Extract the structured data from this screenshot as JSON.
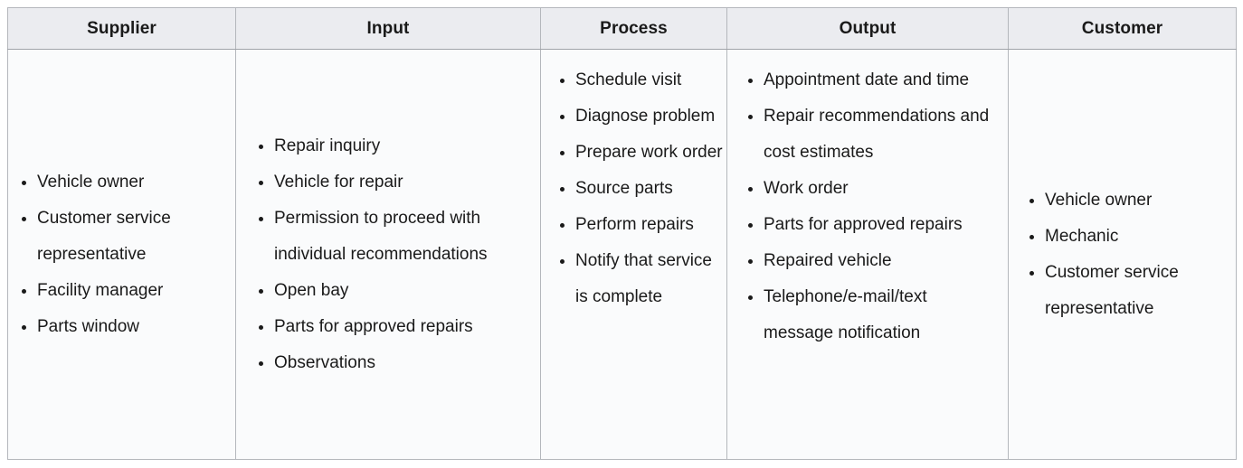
{
  "table": {
    "columns": [
      {
        "key": "supplier",
        "header": "Supplier",
        "align": "middle",
        "items": [
          "Vehicle owner",
          "Customer service representative",
          "Facility manager",
          "Parts window"
        ]
      },
      {
        "key": "input",
        "header": "Input",
        "align": "middle",
        "items": [
          "Repair inquiry",
          "Vehicle for repair",
          "Permission to proceed with individual recommendations",
          "Open bay",
          "Parts for approved repairs",
          "Observations"
        ]
      },
      {
        "key": "process",
        "header": "Process",
        "align": "top",
        "items": [
          "Schedule visit",
          "Diagnose problem",
          "Prepare work order",
          "Source parts",
          "Perform repairs",
          "Notify that service is complete"
        ]
      },
      {
        "key": "output",
        "header": "Output",
        "align": "top",
        "items": [
          "Appointment date and time",
          "Repair recommendations and cost estimates",
          "Work order",
          "Parts for approved repairs",
          "Repaired vehicle",
          "Telephone/e-mail/text message notification"
        ]
      },
      {
        "key": "customer",
        "header": "Customer",
        "align": "middle",
        "items": [
          "Vehicle owner",
          "Mechanic",
          "Customer service representative"
        ]
      }
    ]
  },
  "colors": {
    "header_background": "#ebecf0",
    "body_background": "#fafbfc",
    "border": "#b4b7bc",
    "text": "#1a1a1a"
  }
}
